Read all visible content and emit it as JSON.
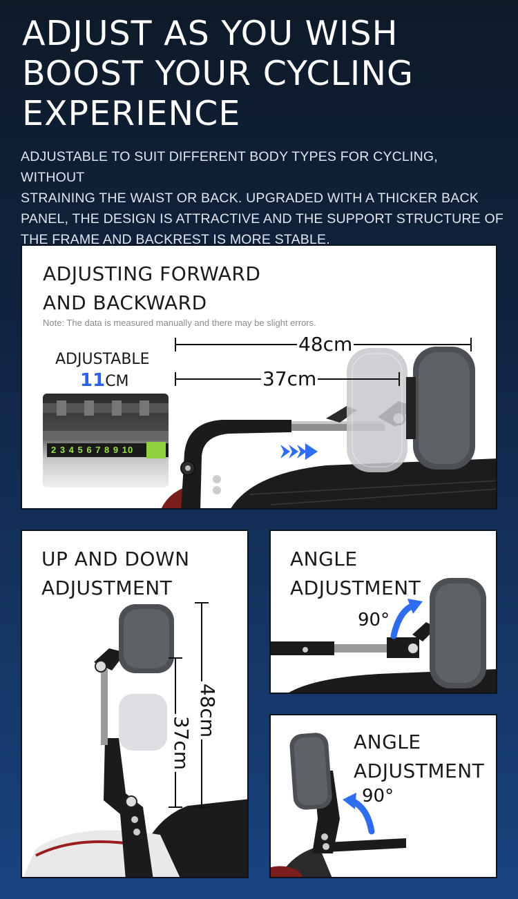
{
  "hero": {
    "headline_lines": [
      "ADJUST AS YOU WISH",
      "BOOST YOUR CYCLING",
      "EXPERIENCE"
    ],
    "intro_lines": [
      "ADJUSTABLE TO SUIT DIFFERENT BODY TYPES FOR CYCLING, WITHOUT",
      "STRAINING THE WAIST OR BACK. UPGRADED WITH A THICKER BACK",
      "PANEL, THE DESIGN IS ATTRACTIVE AND THE SUPPORT STRUCTURE OF",
      "THE FRAME AND BACKREST IS MORE STABLE."
    ]
  },
  "forward_panel": {
    "title_lines": [
      "ADJUSTING FORWARD",
      "AND BACKWARD"
    ],
    "note": "Note: The data is measured manually and there may be slight errors.",
    "adjustable_label": "ADJUSTABLE",
    "adjustable_number": "11",
    "adjustable_unit": "CM",
    "ruler_digits": "2 3 4 5 6 7 8 9 10",
    "dim_long": "48cm",
    "dim_short": "37cm"
  },
  "updown_panel": {
    "title_lines": [
      "UP AND DOWN",
      "ADJUSTMENT"
    ],
    "dim_long": "48cm",
    "dim_short": "37cm"
  },
  "angle_panel_1": {
    "title_lines": [
      "ANGLE",
      "ADJUSTMENT"
    ],
    "degrees": "90°"
  },
  "angle_panel_2": {
    "title_lines": [
      "ANGLE",
      "ADJUSTMENT"
    ],
    "degrees": "90°"
  },
  "colors": {
    "accent_blue": "#2b62e6",
    "arrow_blue": "#2f6df0",
    "frame_black": "#1b1b1b",
    "cushion_gray": "#5e6166"
  }
}
